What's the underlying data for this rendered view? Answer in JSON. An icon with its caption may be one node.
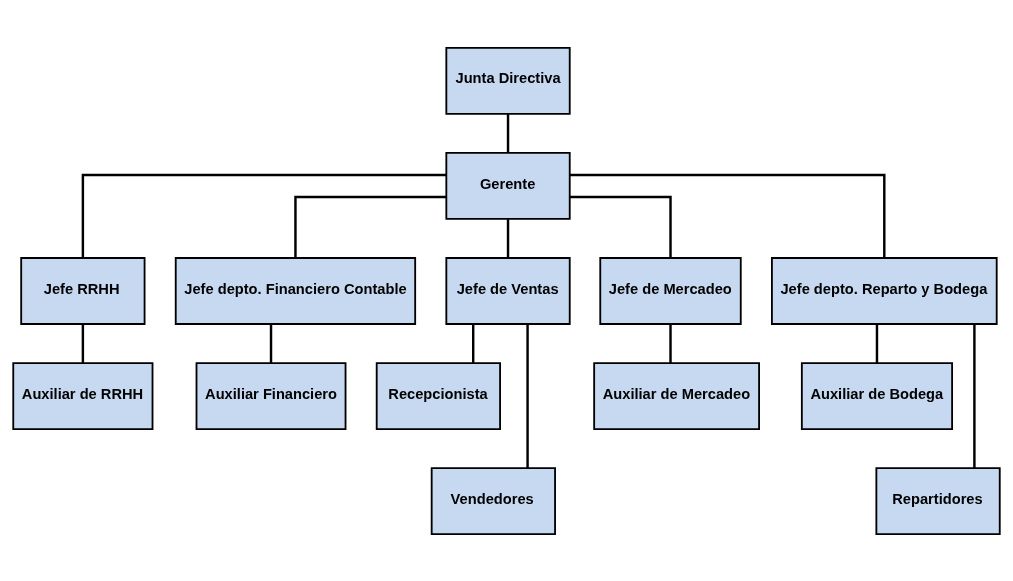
{
  "diagram": {
    "nodes": [
      {
        "text": [
          "Junta Directiva"
        ]
      },
      {
        "text": [
          "Gerente"
        ]
      },
      {
        "text": [
          "Jefe RRHH"
        ]
      },
      {
        "text": [
          "Jefe depto. Financiero Contable"
        ]
      },
      {
        "text": [
          "Jefe de Ventas"
        ]
      },
      {
        "text": [
          "Jefe de Mercadeo"
        ]
      },
      {
        "text": [
          "Jefe depto. Reparto y Bodega"
        ]
      },
      {
        "text": [
          "Auxiliar de RRHH"
        ]
      },
      {
        "text": [
          "Auxiliar Financiero"
        ]
      },
      {
        "text": [
          "Recepcionista"
        ]
      },
      {
        "text": [
          "Vendedores"
        ]
      },
      {
        "text": [
          "Auxiliar de Mercadeo"
        ]
      },
      {
        "text": [
          "Auxiliar de Bodega"
        ]
      },
      {
        "text": [
          "Repartidores"
        ]
      }
    ],
    "edges": [
      {
        "from": 0,
        "to": 1,
        "arrow": "none"
      },
      {
        "from": 1,
        "to": 2,
        "arrow": "none"
      },
      {
        "from": 1,
        "to": 3,
        "arrow": "none"
      },
      {
        "from": 1,
        "to": 4,
        "arrow": "none"
      },
      {
        "from": 1,
        "to": 5,
        "arrow": "none"
      },
      {
        "from": 1,
        "to": 6,
        "arrow": "none"
      },
      {
        "from": 2,
        "to": 7,
        "arrow": "none"
      },
      {
        "from": 3,
        "to": 8,
        "arrow": "none"
      },
      {
        "from": 4,
        "to": 9,
        "arrow": "none"
      },
      {
        "from": 4,
        "to": 10,
        "arrow": "none"
      },
      {
        "from": 5,
        "to": 11,
        "arrow": "none"
      },
      {
        "from": 6,
        "to": 12,
        "arrow": "none"
      },
      {
        "from": 6,
        "to": 13,
        "arrow": "none"
      }
    ]
  }
}
